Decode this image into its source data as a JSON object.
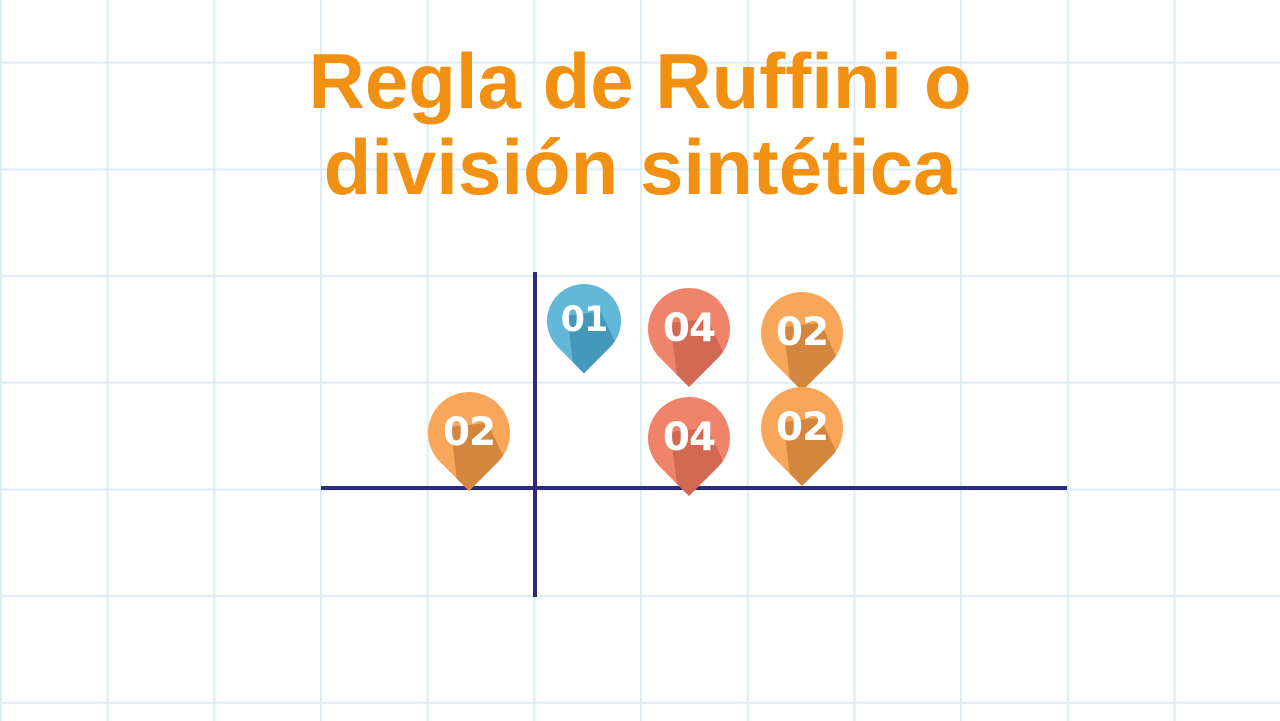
{
  "title": {
    "line1": "Regla de Ruffini o",
    "line2": "división sintética",
    "color": "#f29111"
  },
  "axis_color": "#2e2a7a",
  "pins": [
    {
      "id": "pin-01",
      "label": "01",
      "color": "#62b8d6",
      "shade": "#3b8fb2"
    },
    {
      "id": "pin-04-top",
      "label": "04",
      "color": "#f0846b",
      "shade": "#c8604b"
    },
    {
      "id": "pin-02-top",
      "label": "02",
      "color": "#f8a75a",
      "shade": "#c97b36"
    },
    {
      "id": "pin-02-left",
      "label": "02",
      "color": "#f8a75a",
      "shade": "#c97b36"
    },
    {
      "id": "pin-04-bottom",
      "label": "04",
      "color": "#f0846b",
      "shade": "#c8604b"
    },
    {
      "id": "pin-02-bottom",
      "label": "02",
      "color": "#f8a75a",
      "shade": "#c97b36"
    }
  ]
}
